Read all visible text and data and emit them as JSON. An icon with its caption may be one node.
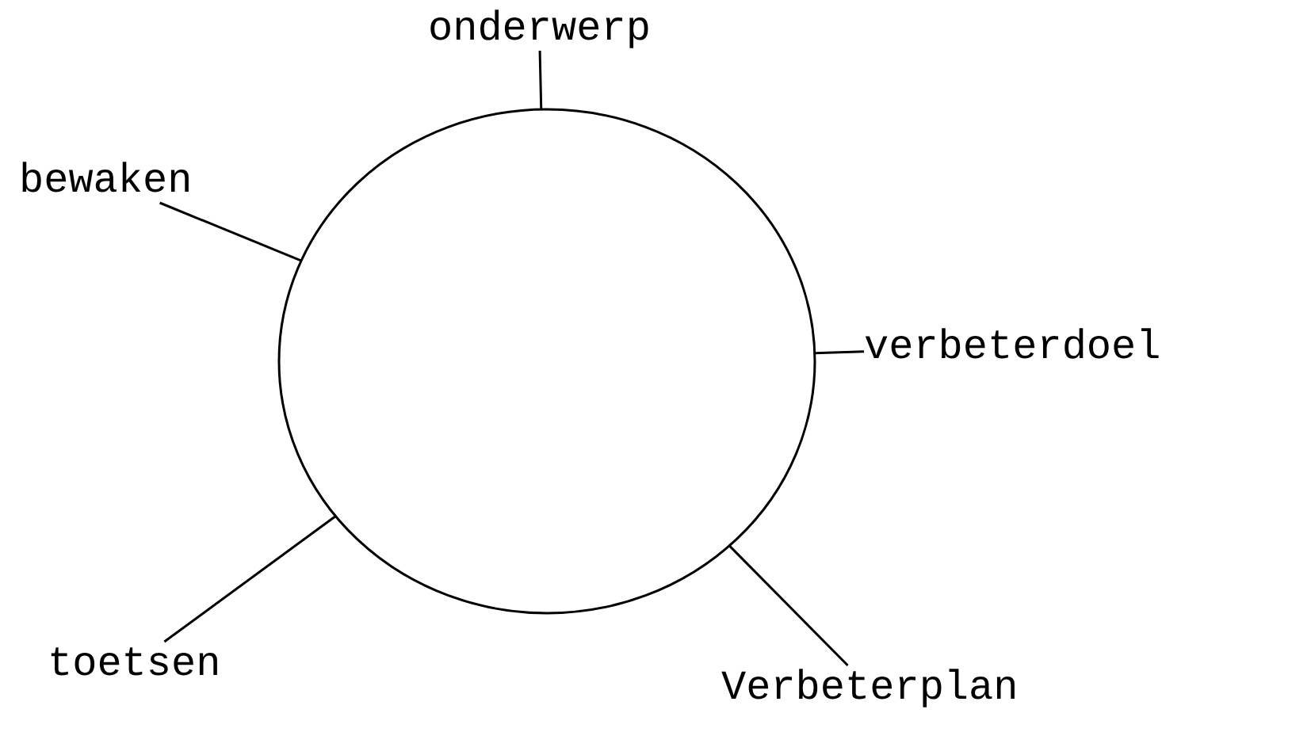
{
  "diagram": {
    "nodes": [
      {
        "text": [
          "onderwerp"
        ]
      },
      {
        "text": [
          "bewaken"
        ]
      },
      {
        "text": [
          "verbeterdoel"
        ]
      },
      {
        "text": [
          "toetsen"
        ]
      },
      {
        "text": [
          "Verbeterplan"
        ]
      },
      {
        "text": [],
        "shape": "circle"
      }
    ],
    "edges": [
      {
        "from": 0,
        "to": 5,
        "arrow": "none"
      },
      {
        "from": 1,
        "to": 5,
        "arrow": "none"
      },
      {
        "from": 2,
        "to": 5,
        "arrow": "none"
      },
      {
        "from": 3,
        "to": 5,
        "arrow": "none"
      },
      {
        "from": 4,
        "to": 5,
        "arrow": "none"
      }
    ]
  }
}
